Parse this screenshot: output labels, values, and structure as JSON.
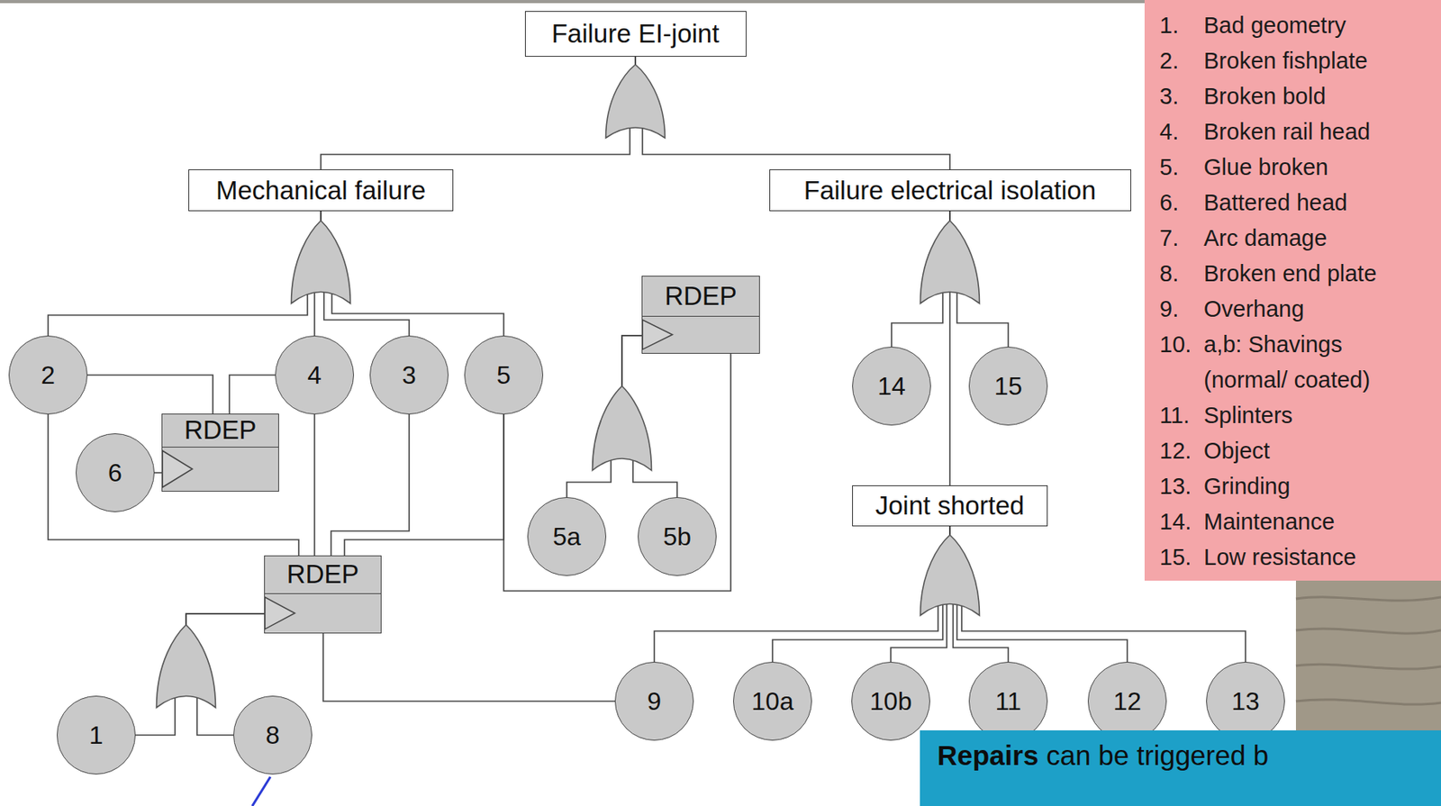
{
  "diagram": {
    "nodes": [
      {
        "text": [
          "Failure EI-joint"
        ]
      },
      {
        "text": [
          "Mechanical failure"
        ]
      },
      {
        "text": [
          "Failure electrical isolation"
        ]
      },
      {
        "text": [
          "RDEP"
        ]
      },
      {
        "text": [
          "2"
        ]
      },
      {
        "text": [
          "4"
        ]
      },
      {
        "text": [
          "3"
        ]
      },
      {
        "text": [
          "5"
        ]
      },
      {
        "text": [
          "RDEP"
        ]
      },
      {
        "text": [
          "6"
        ]
      },
      {
        "text": [
          "14"
        ]
      },
      {
        "text": [
          "15"
        ]
      },
      {
        "text": [
          "Joint shorted"
        ]
      },
      {
        "text": [
          "5a"
        ]
      },
      {
        "text": [
          "5b"
        ]
      },
      {
        "text": [
          "RDEP"
        ]
      },
      {
        "text": [
          "1"
        ]
      },
      {
        "text": [
          "8"
        ]
      },
      {
        "text": [
          "9"
        ]
      },
      {
        "text": [
          "10a"
        ]
      },
      {
        "text": [
          "10b"
        ]
      },
      {
        "text": [
          "11"
        ]
      },
      {
        "text": [
          "12"
        ]
      },
      {
        "text": [
          "13"
        ]
      },
      {
        "text": [
          "1.",
          "Bad geometry",
          "2.",
          "Broken fishplate",
          "3.",
          "Broken bold",
          "4.",
          "Broken rail head",
          "5.",
          "Glue broken",
          "6.",
          "Battered head",
          "7.",
          "Arc damage",
          "8.",
          "Broken end plate",
          "9.",
          "Overhang",
          "10.",
          "a,b: Shavings (normal/ coated)",
          "11.",
          "Splinters",
          "12.",
          "Object",
          "13.",
          "Grinding",
          "14.",
          "Maintenance",
          "15.",
          "Low resistance"
        ]
      },
      {
        "text": [
          "Repairs",
          "can be triggered b"
        ]
      }
    ],
    "edges": [
      {
        "from": 0,
        "to": 1,
        "arrow": "none"
      },
      {
        "from": 0,
        "to": 2,
        "arrow": "none"
      },
      {
        "from": 1,
        "to": 4,
        "arrow": "none"
      },
      {
        "from": 1,
        "to": 5,
        "arrow": "none"
      },
      {
        "from": 1,
        "to": 6,
        "arrow": "none"
      },
      {
        "from": 1,
        "to": 7,
        "arrow": "none"
      },
      {
        "from": 2,
        "to": 10,
        "arrow": "none"
      },
      {
        "from": 2,
        "to": 11,
        "arrow": "none"
      },
      {
        "from": 2,
        "to": 12,
        "arrow": "none"
      },
      {
        "from": 12,
        "to": 18,
        "arrow": "none"
      },
      {
        "from": 12,
        "to": 19,
        "arrow": "none"
      },
      {
        "from": 12,
        "to": 20,
        "arrow": "none"
      },
      {
        "from": 12,
        "to": 21,
        "arrow": "none"
      },
      {
        "from": 12,
        "to": 22,
        "arrow": "none"
      },
      {
        "from": 12,
        "to": 23,
        "arrow": "none"
      },
      {
        "from": 9,
        "to": 8,
        "arrow": "none"
      },
      {
        "from": 8,
        "to": 4,
        "arrow": "none"
      },
      {
        "from": 8,
        "to": 5,
        "arrow": "none"
      },
      {
        "from": 13,
        "to": 3,
        "arrow": "none"
      },
      {
        "from": 14,
        "to": 3,
        "arrow": "none"
      },
      {
        "from": 3,
        "to": 7,
        "arrow": "none"
      },
      {
        "from": 16,
        "to": 15,
        "arrow": "none"
      },
      {
        "from": 17,
        "to": 15,
        "arrow": "none"
      },
      {
        "from": 15,
        "to": 4,
        "arrow": "none"
      },
      {
        "from": 15,
        "to": 5,
        "arrow": "none"
      },
      {
        "from": 15,
        "to": 6,
        "arrow": "none"
      },
      {
        "from": 15,
        "to": 7,
        "arrow": "none"
      },
      {
        "from": 15,
        "to": 18,
        "arrow": "none"
      }
    ]
  }
}
